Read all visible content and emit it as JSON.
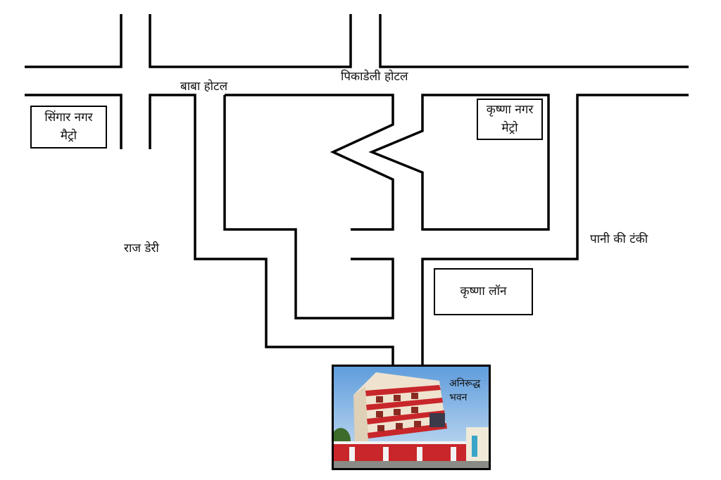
{
  "map": {
    "roads": "black double-line road outlines on white background",
    "landmarks": {
      "baba_hotel": "बाबा होटल",
      "piccadilly_hotel": "पिकाडेली होटल",
      "raj_dairy": "राज डेरी",
      "water_tank": "पानी की टंकी"
    },
    "boxes": {
      "singar_nagar_metro": {
        "line1": "सिंगार नगर",
        "line2": "मैट्रो"
      },
      "krishna_nagar_metro": {
        "line1": "कृष्णा नगर",
        "line2": "मेट्रो"
      },
      "krishna_lawn": "कृष्णा लॉन"
    },
    "destination": {
      "line1": "अनिरूद्ध",
      "line2": "भवन",
      "photo_subject": "multi-storey red and cream building"
    },
    "colors": {
      "road": "#000000",
      "background": "#ffffff",
      "building_red": "#c8262a",
      "building_cream": "#efe3cf",
      "sky": "#7fb3e6"
    }
  }
}
